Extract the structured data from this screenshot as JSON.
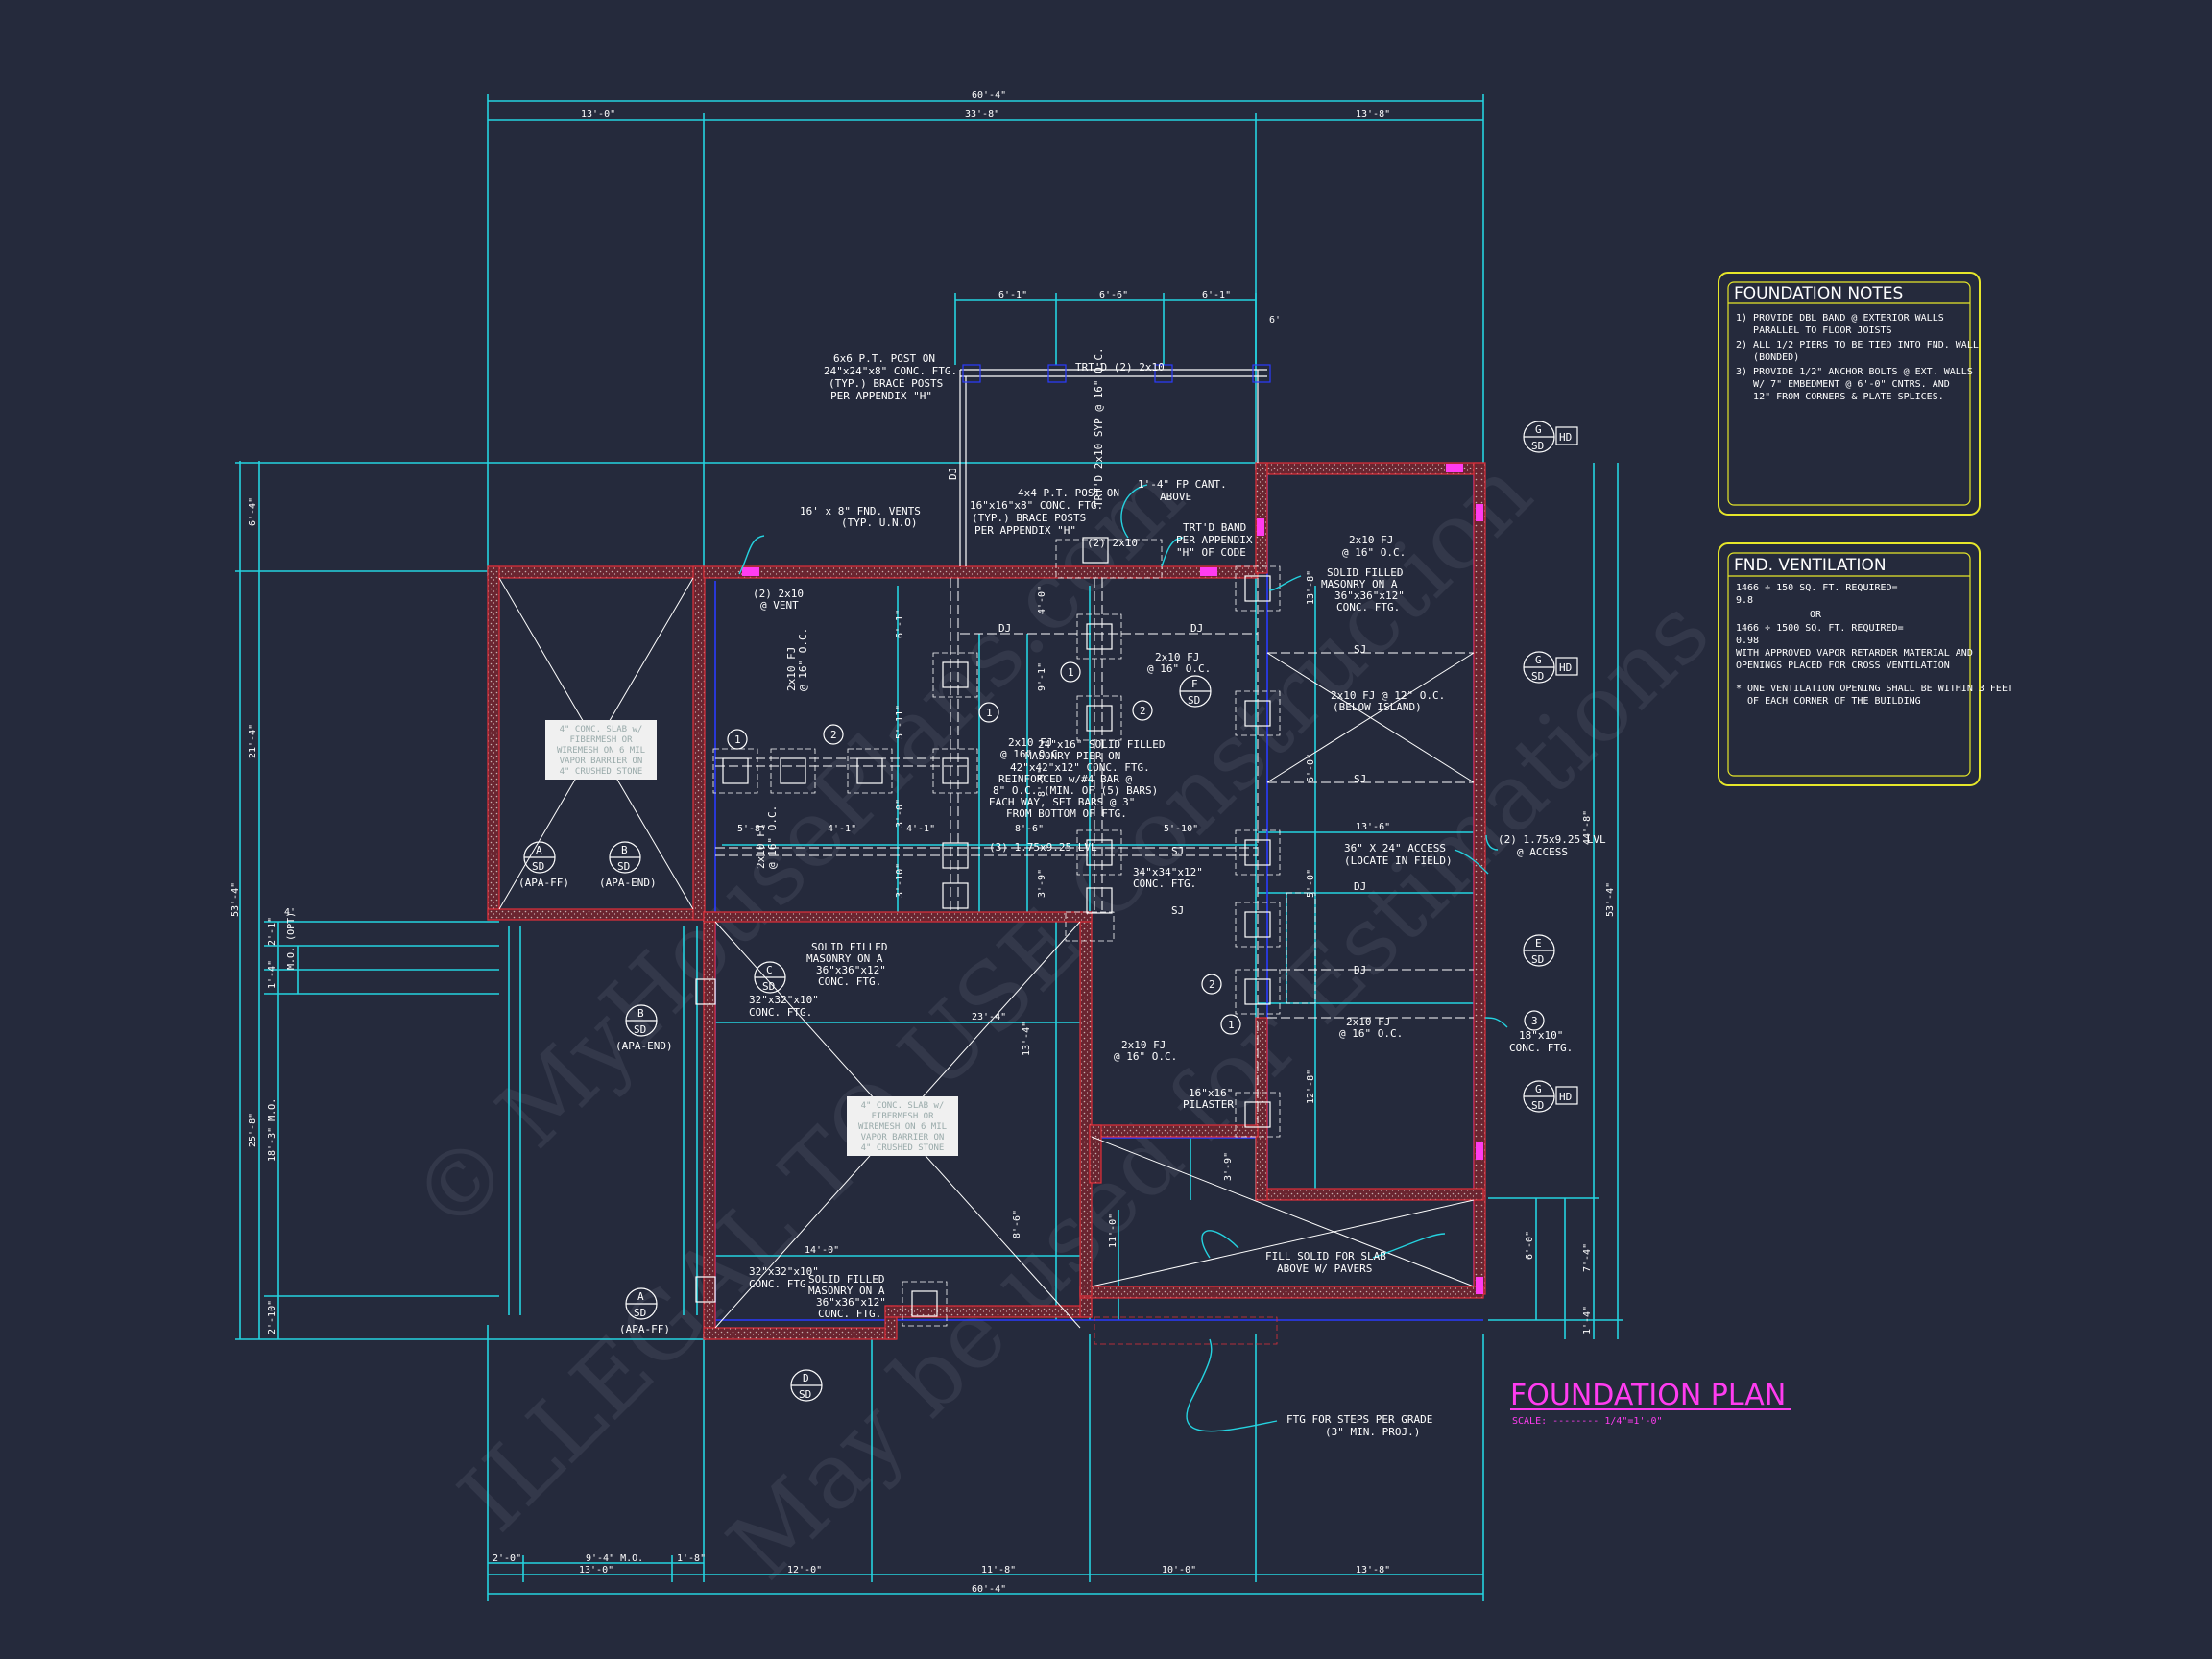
{
  "title": {
    "main": "FOUNDATION PLAN",
    "scale": "SCALE: -------- 1/4\"=1'-0\""
  },
  "colors": {
    "background": "#252a3c",
    "dimension": "#25d3e0",
    "wall": "#7a2a34",
    "wall_edge": "#e0303a",
    "title": "#ff3cf0",
    "notes_border": "#e6e62a",
    "blue_line": "#2a3bff"
  },
  "watermark": {
    "line1": "© MyHousePlans.com",
    "line2": "ILLEGAL TO USE Construction",
    "line3": "May be used for Estimations"
  },
  "dimensions": {
    "top_overall": "60'-4\"",
    "top_left": "13'-0\"",
    "top_mid": "33'-8\"",
    "top_right": "13'-8\"",
    "porch_a": "6'-1\"",
    "porch_b": "6'-6\"",
    "porch_c": "6'-1\"",
    "porch_d": "6'",
    "bottom_overall": "60'-4\"",
    "bottom_a": "13'-0\"",
    "bottom_b": "12'-0\"",
    "bottom_c": "11'-8\"",
    "bottom_d": "10'-0\"",
    "bottom_e": "13'-8\"",
    "bottom_sub_a": "2'-0\"",
    "bottom_sub_b": "9'-4\" M.O.",
    "bottom_sub_c": "1'-8\"",
    "left_overall": "53'-4\"",
    "left_a": "6'-4\"",
    "left_b": "21'-4\"",
    "left_c": "2'-1\"",
    "left_d": "1'-4\"",
    "left_e": "M.O. (OPT)",
    "left_f": "25'-8\"",
    "left_g": "18'-3\" M.O.",
    "left_h": "2'-10\"",
    "left_i": "4'",
    "right_overall": "53'-4\"",
    "right_a": "44'-8\"",
    "right_b": "7'-4\"",
    "right_c": "6'-0\"",
    "right_d": "1'-4\"",
    "int_23_4": "23'-4\"",
    "int_14_0": "14'-0\"",
    "int_13_6": "13'-6\"",
    "int_13_4": "13'-4\"",
    "int_5_8": "5'-8\"",
    "int_4_1a": "4'-1\"",
    "int_4_1b": "4'-1\"",
    "int_8_6": "8'-6\"",
    "int_5_10": "5'-10\"",
    "int_6_1": "6'-1\"",
    "int_5_11": "5'-11\"",
    "int_8_5": "8'-5\"",
    "int_3_0": "3'-0\"",
    "int_9_1": "9'-1\"",
    "int_4_0": "4'-0\"",
    "int_3_10": "3'-10\"",
    "int_6_0": "6'-0\"",
    "int_5_0": "5'-0\"",
    "int_12_8": "12'-8\"",
    "int_11_0": "11'-0\"",
    "int_13_8": "13'-8\"",
    "int_3_9": "3'-9\""
  },
  "callouts": {
    "post_6x6": [
      "6x6 P.T. POST ON",
      "24\"x24\"x8\" CONC. FTG.",
      "(TYP.) BRACE POSTS",
      "PER APPENDIX \"H\""
    ],
    "trtd_2x10": "TRT'D (2) 2x10",
    "trtd_2x10_vert": "TRT'D 2x10 SYP @ 16\" O.C.",
    "fnd_vents": [
      "16' x 8\" FND. VENTS",
      "(TYP. U.N.O)"
    ],
    "post_4x4": [
      "4x4 P.T. POST ON",
      "16\"x16\"x8\" CONC. FTG.",
      "(TYP.) BRACE POSTS",
      "PER APPENDIX \"H\""
    ],
    "fp_cant": [
      "1'-4\" FP CANT.",
      "ABOVE"
    ],
    "trtd_band": [
      "TRT'D BAND",
      "PER APPENDIX",
      "\"H\" OF CODE"
    ],
    "two_2x10": "(2) 2x10",
    "vent": [
      "(2) 2x10",
      "@ VENT"
    ],
    "fj_2x10_a": [
      "2x10 FJ",
      "@ 16\" O.C."
    ],
    "fj_2x10_b": [
      "2x10 FJ",
      "@ 16\" O.C."
    ],
    "fj_2x10_c": [
      "2x10 FJ",
      "@ 16\" O.C."
    ],
    "fj_2x10_d": [
      "2x10 FJ",
      "@ 16\" O.C."
    ],
    "fj_2x10_e": [
      "2x10 FJ",
      "@ 16\" O.C."
    ],
    "fj_2x10_f": [
      "2x10 FJ",
      "@ 16\" O.C."
    ],
    "fj_2x10_g": [
      "2x10 FJ",
      "@ 16\" O.C."
    ],
    "fj_below_island": [
      "2x10 FJ @ 12\" O.C.",
      "(BELOW ISLAND)"
    ],
    "solid_masonry_a": [
      "SOLID FILLED",
      "MASONRY ON A",
      "36\"x36\"x12\"",
      "CONC. FTG."
    ],
    "solid_masonry_b": [
      "SOLID FILLED",
      "MASONRY ON A",
      "36\"x36\"x12\"",
      "CONC. FTG."
    ],
    "solid_masonry_c": [
      "SOLID FILLED",
      "MASONRY ON A",
      "36\"x36\"x12\"",
      "CONC. FTG."
    ],
    "pier_24x16": [
      "24\"x16\" SOLID FILLED",
      "MASONRY PIER ON",
      "42\"x42\"x12\" CONC. FTG.",
      "REINFORCED w/#4 BAR @",
      "8\" O.C. (MIN. OF (5) BARS)",
      "EACH WAY, SET BARS @ 3\"",
      "FROM BOTTOM OF FTG."
    ],
    "lvl_3": "(3) 1.75x9.25 LVL",
    "ftg_34": [
      "34\"x34\"x12\"",
      "CONC. FTG."
    ],
    "access": [
      "36\" X 24\" ACCESS",
      "(LOCATE IN FIELD)"
    ],
    "lvl_2": [
      "(2) 1.75x9.25 LVL",
      "@ ACCESS"
    ],
    "ftg_32_a": [
      "32\"x32\"x10\"",
      "CONC. FTG."
    ],
    "ftg_32_b": [
      "32\"x32\"x10\"",
      "CONC. FTG."
    ],
    "slab_a": [
      "4\" CONC. SLAB w/",
      "FIBERMESH OR",
      "WIREMESH ON 6 MIL",
      "VAPOR BARRIER ON",
      "4\" CRUSHED STONE"
    ],
    "slab_b": [
      "4\" CONC. SLAB w/",
      "FIBERMESH OR",
      "WIREMESH ON 6 MIL",
      "VAPOR BARRIER ON",
      "4\" CRUSHED STONE"
    ],
    "pilaster": [
      "16\"x16\"",
      "PILASTER"
    ],
    "ftg_18": [
      "18\"x10\"",
      "CONC. FTG."
    ],
    "fill_solid": [
      "FILL SOLID FOR SLAB",
      "ABOVE W/ PAVERS"
    ],
    "steps": [
      "FTG FOR STEPS PER GRADE",
      "(3\" MIN. PROJ.)"
    ],
    "dj": "DJ",
    "sj": "SJ"
  },
  "sections": {
    "a": [
      "A",
      "SD",
      "(APA-FF)"
    ],
    "b": [
      "B",
      "SD",
      "(APA-END)"
    ],
    "c": [
      "C",
      "SD"
    ],
    "d": [
      "D",
      "SD"
    ],
    "e": [
      "E",
      "SD"
    ],
    "f": [
      "F",
      "SD"
    ],
    "g": [
      "G",
      "SD",
      "HD"
    ],
    "markers": [
      "1",
      "2",
      "3"
    ]
  },
  "notes": {
    "title": "FOUNDATION NOTES",
    "items": [
      "1) PROVIDE DBL BAND @ EXTERIOR WALLS",
      "   PARALLEL TO FLOOR JOISTS",
      "2) ALL 1/2 PIERS TO BE TIED INTO FND. WALL",
      "   (BONDED)",
      "3) PROVIDE 1/2\" ANCHOR BOLTS @ EXT. WALLS",
      "   W/ 7\" EMBEDMENT @ 6'-0\" CNTRS. AND",
      "   12\" FROM CORNERS & PLATE SPLICES."
    ]
  },
  "ventilation": {
    "title": "FND. VENTILATION",
    "items": [
      "1466 ÷ 150 SQ. FT. REQUIRED=",
      "9.8",
      "OR",
      "1466 ÷ 1500 SQ. FT. REQUIRED=",
      "0.98",
      "WITH APPROVED VAPOR RETARDER MATERIAL AND",
      "OPENINGS PLACED FOR CROSS VENTILATION",
      "* ONE VENTILATION OPENING SHALL BE WITHIN 3 FEET",
      "  OF EACH CORNER OF THE BUILDING"
    ]
  }
}
